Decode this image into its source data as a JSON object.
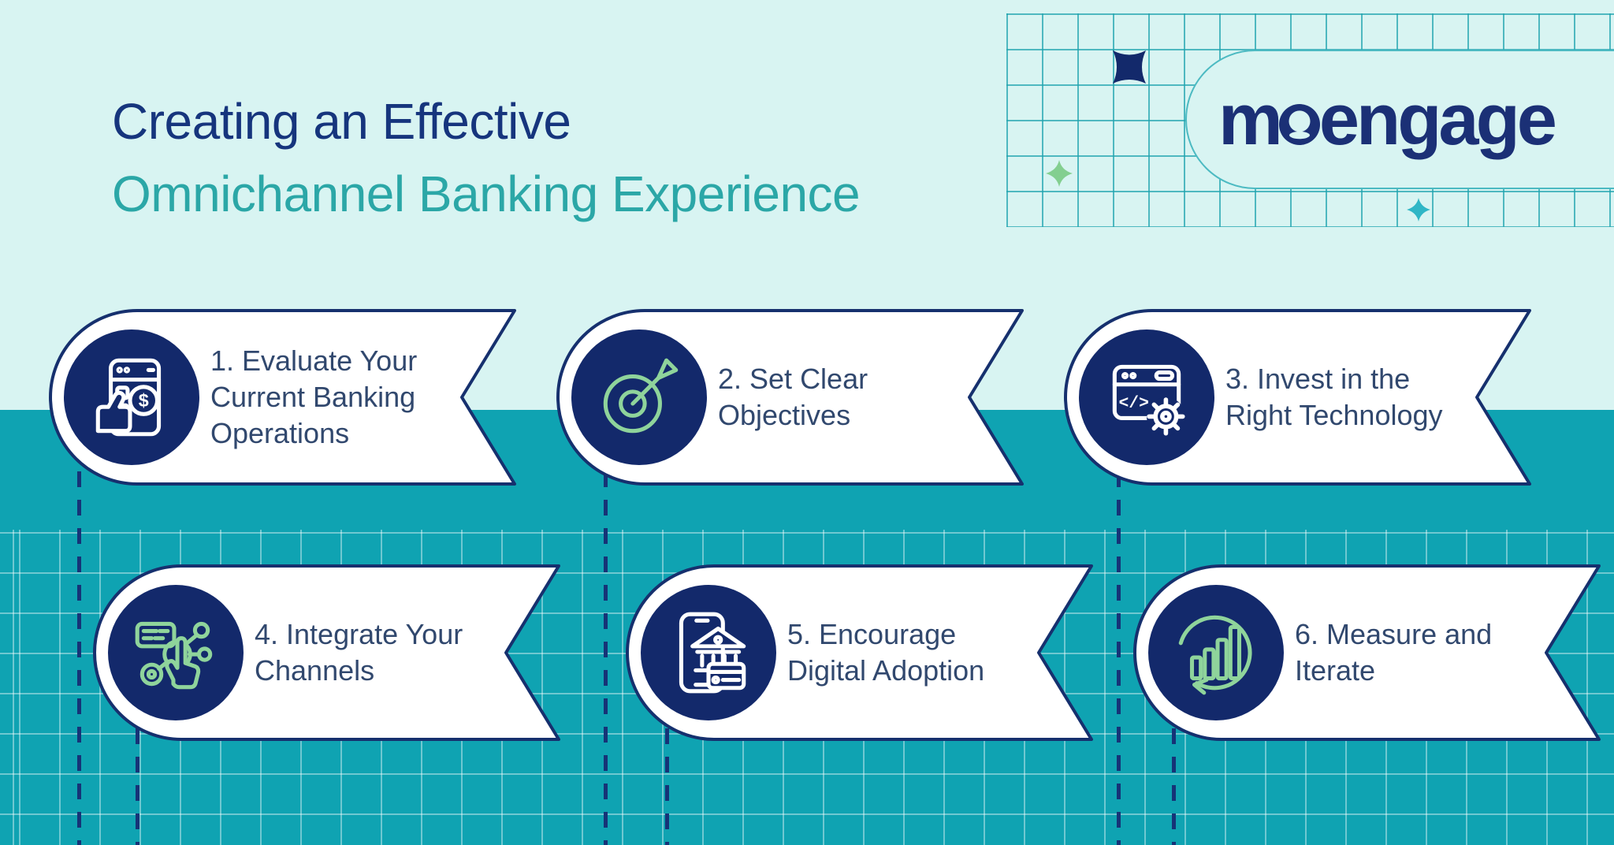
{
  "title": {
    "line1": "Creating an Effective",
    "line2": "Omnichannel Banking Experience"
  },
  "brand": {
    "logo_full": "moengage",
    "logo_prefix": "m",
    "logo_suffix": "engage"
  },
  "steps": [
    {
      "id": 1,
      "label": "1. Evaluate Your Current Banking Operations",
      "lines": [
        "1. Evaluate Your",
        "Current Banking",
        "Operations"
      ],
      "icon": "mobile-banking-review-icon",
      "icon_color": "#FFFFFF"
    },
    {
      "id": 2,
      "label": "2. Set Clear Objectives",
      "lines": [
        "2. Set Clear",
        "Objectives"
      ],
      "icon": "target-dart-icon",
      "icon_color": "#8FD49B"
    },
    {
      "id": 3,
      "label": "3. Invest in the Right Technology",
      "lines": [
        "3. Invest in the",
        "Right Technology"
      ],
      "icon": "code-window-gear-icon",
      "icon_color": "#FFFFFF"
    },
    {
      "id": 4,
      "label": "4. Integrate Your Channels",
      "lines": [
        "4. Integrate Your",
        "Channels"
      ],
      "icon": "connected-channels-tap-icon",
      "icon_color": "#8FD49B"
    },
    {
      "id": 5,
      "label": "5. Encourage Digital Adoption",
      "lines": [
        "5. Encourage",
        "Digital Adoption"
      ],
      "icon": "mobile-bank-card-icon",
      "icon_color": "#FFFFFF"
    },
    {
      "id": 6,
      "label": "6. Measure and Iterate",
      "lines": [
        "6. Measure and",
        "Iterate"
      ],
      "icon": "chart-refresh-icon",
      "icon_color": "#8FD49B"
    }
  ],
  "colors": {
    "background_light": "#D8F4F2",
    "background_teal": "#0FA3B2",
    "navy": "#13296B",
    "card_border": "#16306E",
    "title_navy": "#16357D",
    "title_teal": "#2BA7A7",
    "card_text": "#31486E",
    "icon_green": "#8FD49B",
    "sparkle_green": "#83CF90",
    "sparkle_teal": "#2FB6C6",
    "logo_navy": "#1B3076",
    "grid_top_line": "#20A4AF",
    "dash_line": "#163377"
  }
}
